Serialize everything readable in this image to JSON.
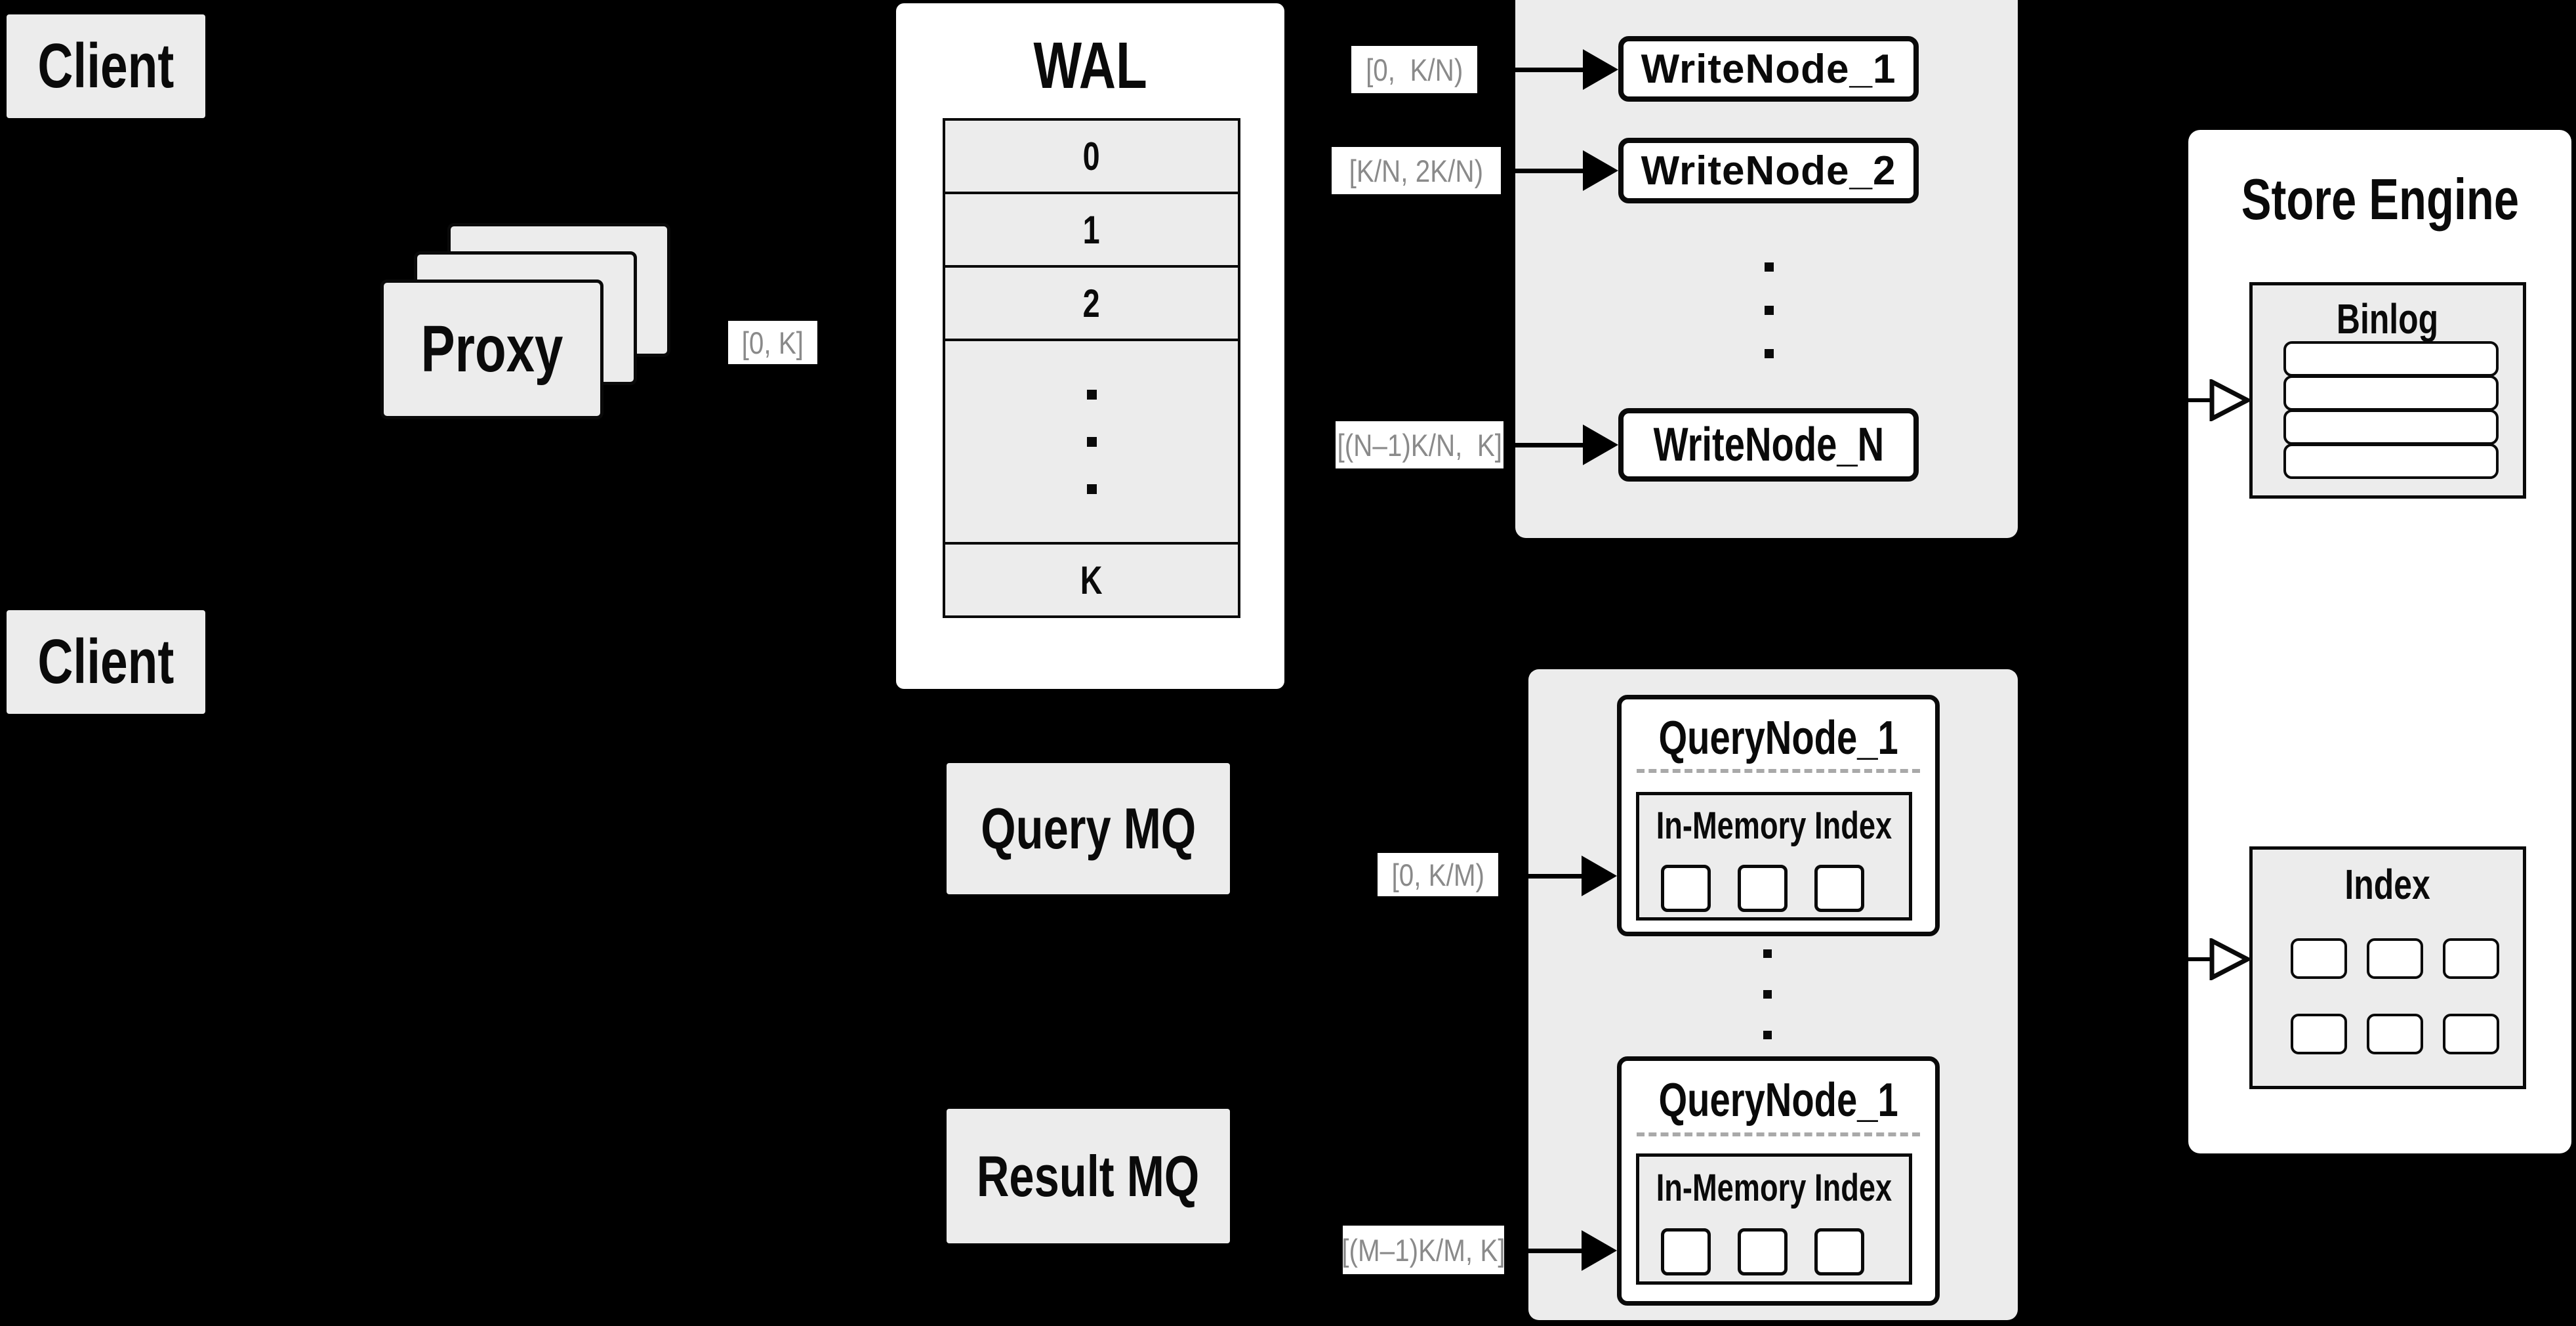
{
  "colors": {
    "background": "#000000",
    "box_gray": "#ececec",
    "box_white": "#ffffff",
    "line_black": "#0a0a0a",
    "range_text_gray": "#8a8a8a",
    "dashed_divider_gray": "#a9a9a9"
  },
  "clients": {
    "top": "Client",
    "bottom": "Client"
  },
  "proxy": {
    "label": "Proxy"
  },
  "wal": {
    "title": "WAL",
    "rows": [
      "0",
      "1",
      "2",
      "K"
    ]
  },
  "range_labels": {
    "proxy_out": "[0, K]",
    "write_node_1": "[0,  K/N)",
    "write_node_2": "[K/N, 2K/N)",
    "write_node_n": "[(N–1)K/N,  K]",
    "query_node_top": "[0, K/M)",
    "query_node_bottom": "[(M–1)K/M, K]"
  },
  "write_nodes": {
    "node_1": "WriteNode_1",
    "node_2": "WriteNode_2",
    "node_n": "WriteNode_N"
  },
  "mq": {
    "query": "Query MQ",
    "result": "Result MQ"
  },
  "query_nodes": {
    "top": {
      "title": "QueryNode_1",
      "index_title": "In-Memory Index"
    },
    "bottom": {
      "title": "QueryNode_1",
      "index_title": "In-Memory Index"
    }
  },
  "store_engine": {
    "title": "Store Engine",
    "binlog_title": "Binlog",
    "index_title": "Index"
  }
}
